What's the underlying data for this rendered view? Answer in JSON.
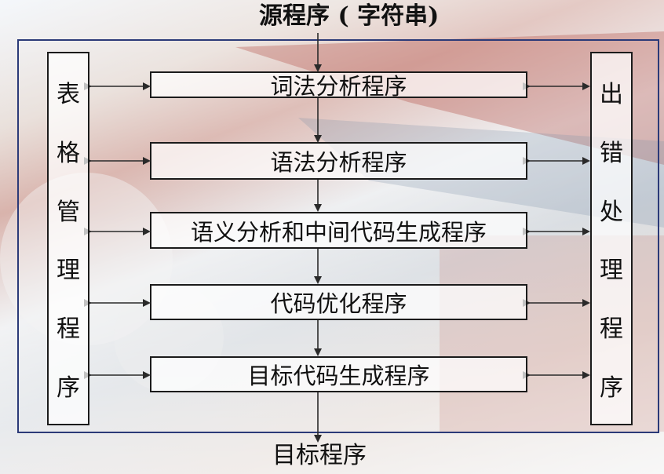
{
  "top_label": "源程序 ( 字符串)",
  "bottom_label": "目标程序",
  "left_column": [
    "表",
    "格",
    "管",
    "理",
    "程",
    "序"
  ],
  "right_column": [
    "出",
    "错",
    "处",
    "理",
    "程",
    "序"
  ],
  "steps": [
    {
      "label": "词法分析程序"
    },
    {
      "label": "语法分析程序"
    },
    {
      "label": "语义分析和中间代码生成程序"
    },
    {
      "label": "代码优化程序"
    },
    {
      "label": "目标代码生成程序"
    }
  ],
  "colors": {
    "frame": "#2b3a78",
    "box_border": "#1b1b1b",
    "arrow": "#2a2a2a"
  }
}
